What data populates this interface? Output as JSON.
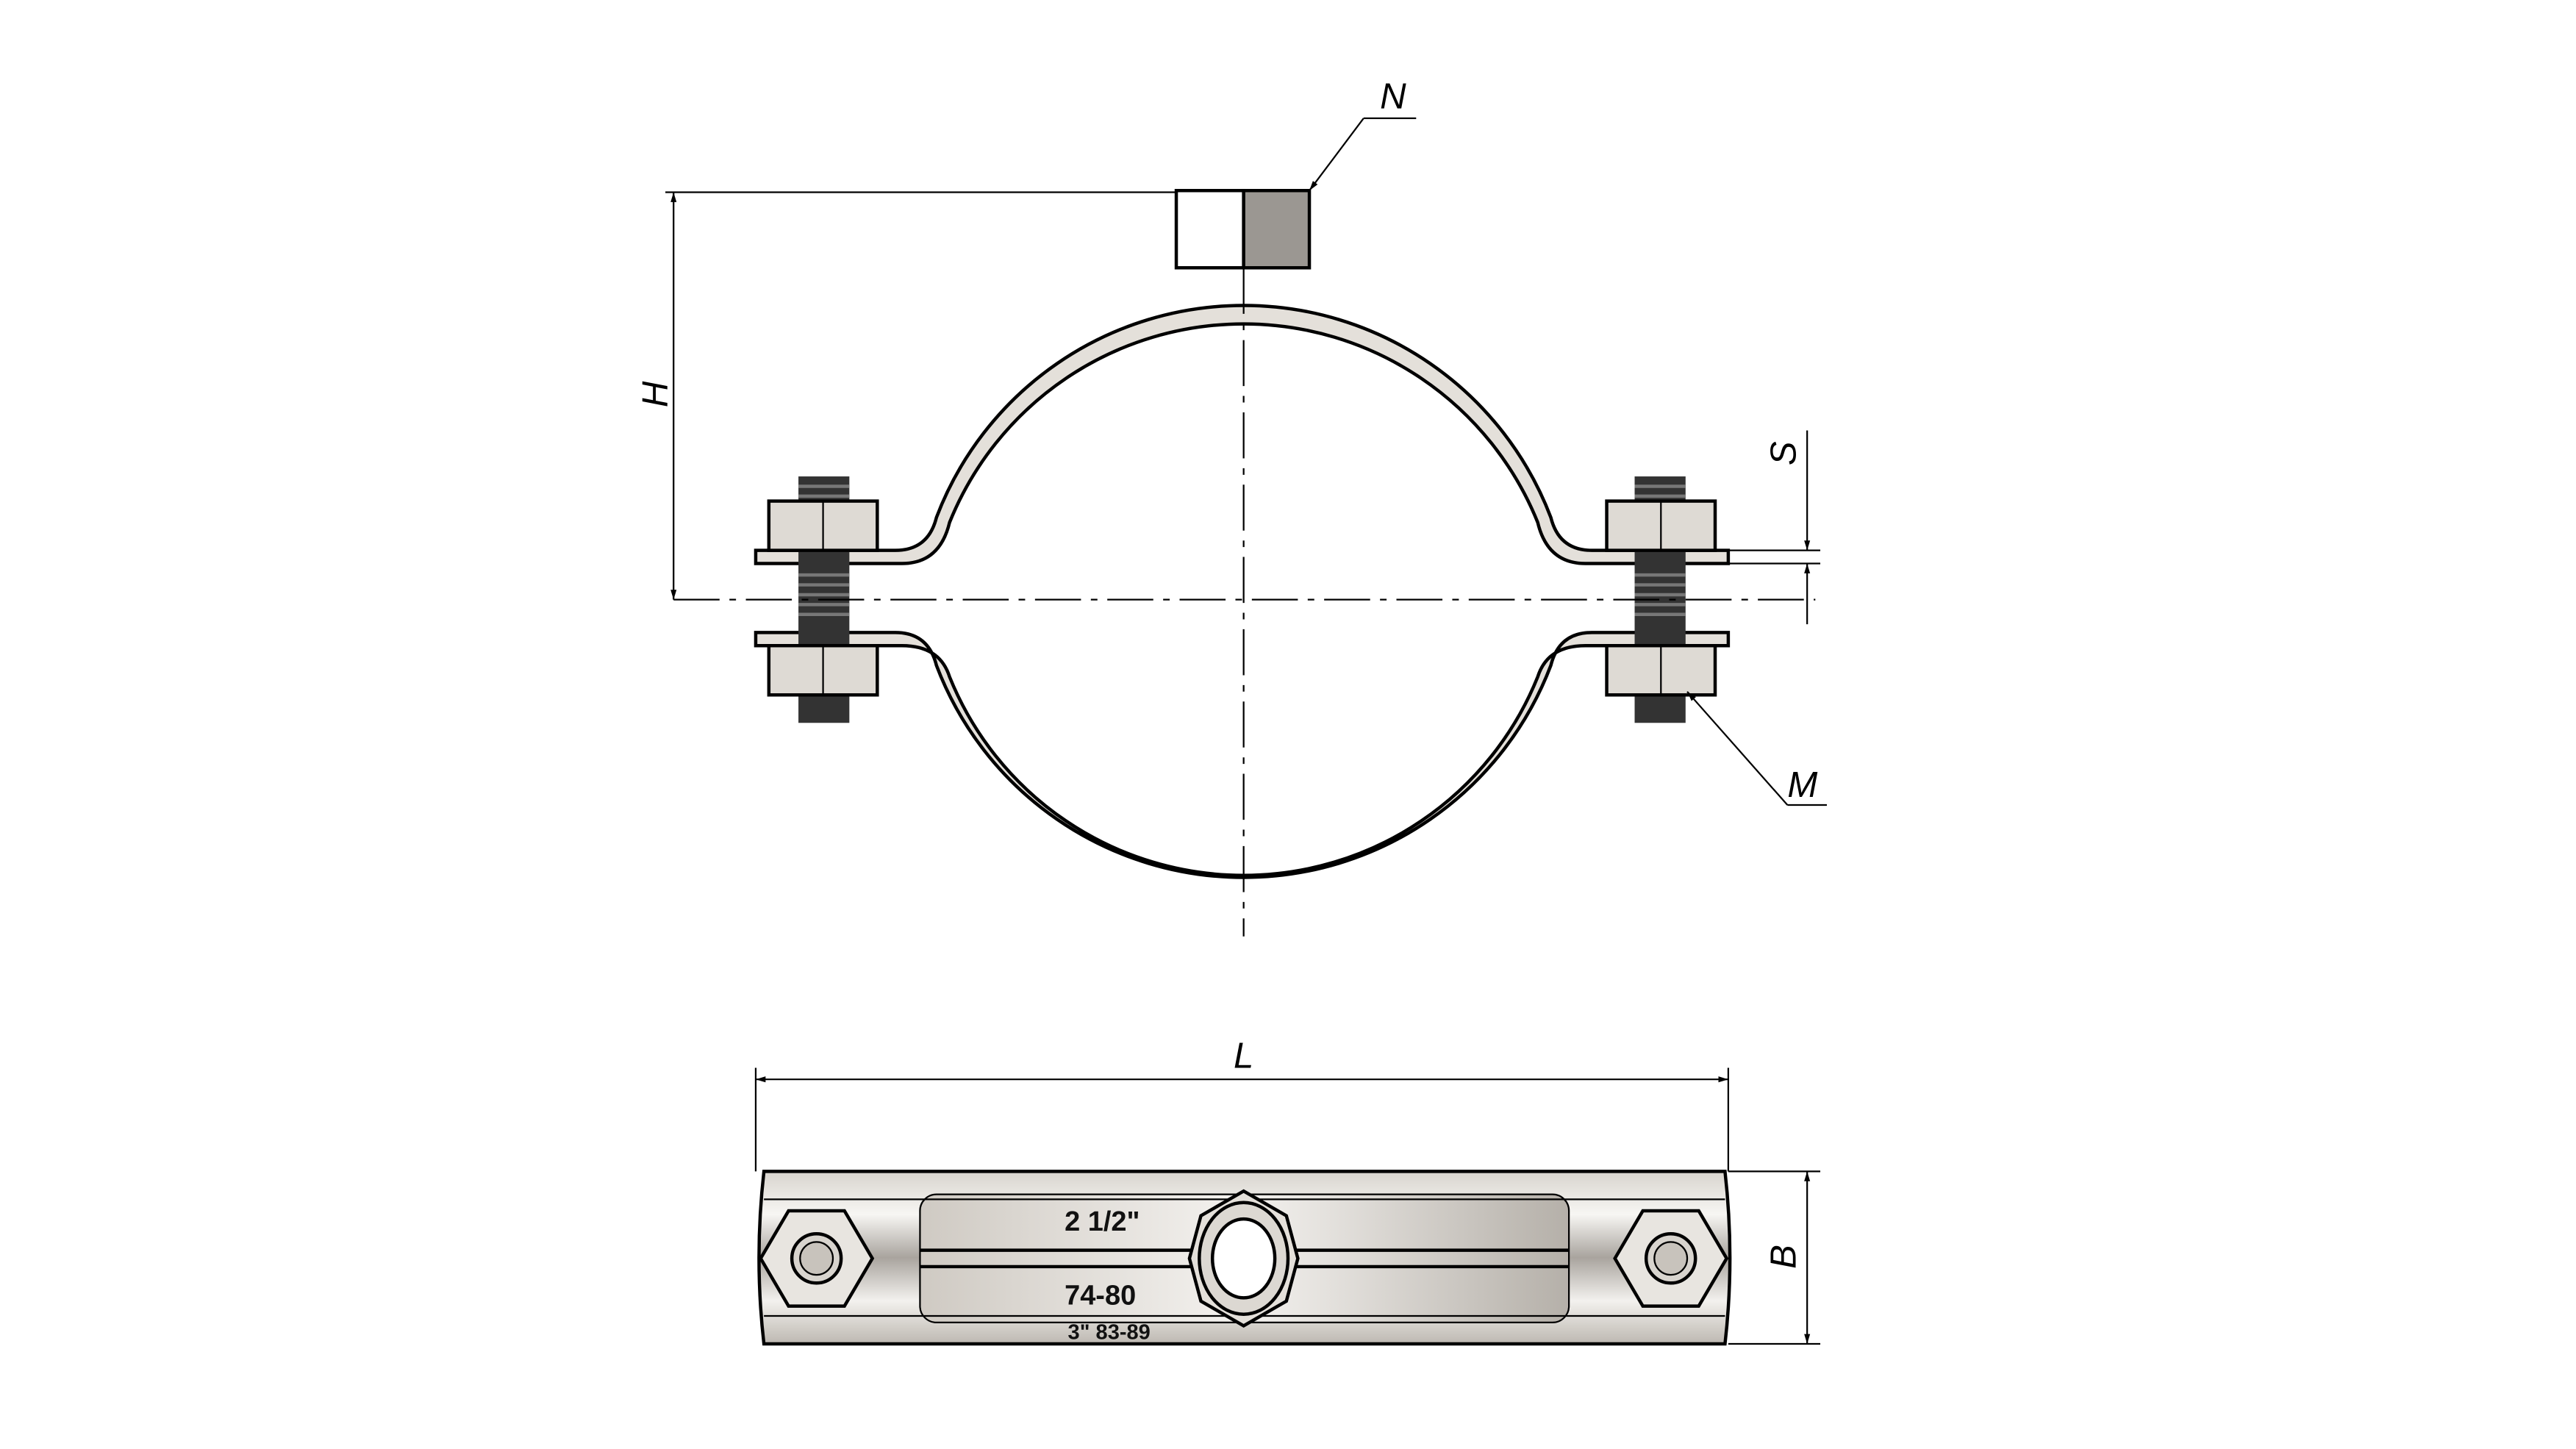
{
  "drawing": {
    "title": "Pipe clamp with nut N and bolts M",
    "labels": {
      "nut": "N",
      "height": "H",
      "thickness": "S",
      "bolt": "M",
      "length": "L",
      "width": "B"
    },
    "markings": {
      "size_inch": "2 1/2\"",
      "range_mm": "74-80",
      "alt_size": "3\" 83-89"
    },
    "colors": {
      "metal_light": "#e6e2dc",
      "metal_mid": "#b9b4ad",
      "metal_dark": "#8f8a84",
      "nut_shade": "#9b9792",
      "rod": "#333333"
    }
  }
}
